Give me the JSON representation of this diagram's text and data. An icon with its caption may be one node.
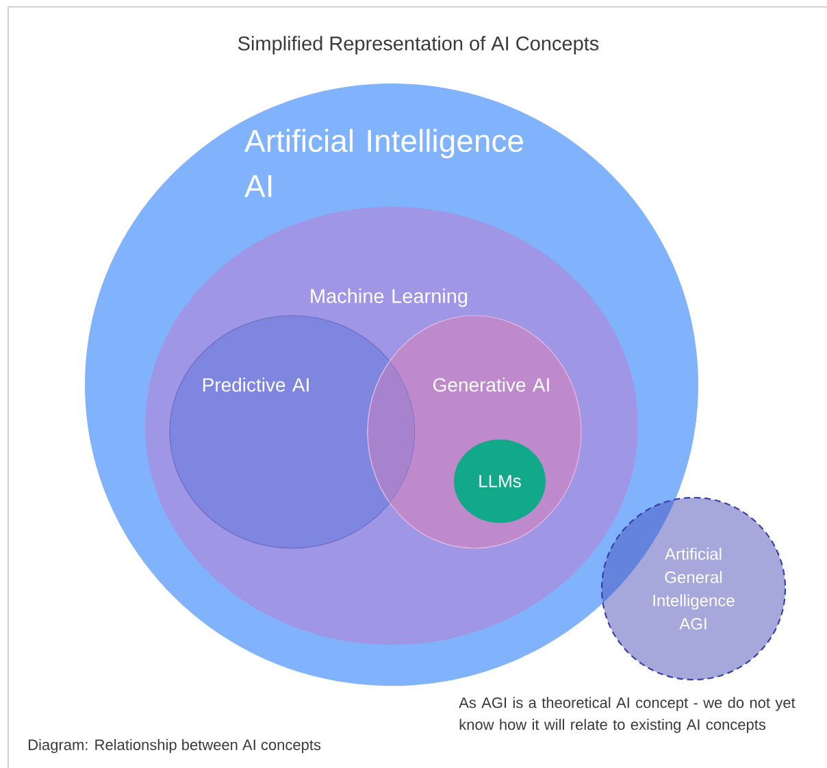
{
  "diagram": {
    "title": "Simplified Representation of AI Concepts",
    "caption": "Diagram: Relationship between AI concepts",
    "nodes": [
      {
        "text": [
          "Artificial Intelligence AI"
        ]
      },
      {
        "text": [
          "Machine Learning"
        ],
        "in": 0
      },
      {
        "text": [
          "Predictive AI"
        ],
        "in": 1
      },
      {
        "text": [
          "Generative AI"
        ],
        "in": 1
      },
      {
        "text": [
          "LLMs"
        ],
        "in": 3
      },
      {
        "text": [
          "Artificial General Intelligence AGI"
        ]
      }
    ],
    "labels": [
      "As AGI is a theoretical AI concept - we do not yet know how it will relate to existing AI concepts"
    ]
  }
}
